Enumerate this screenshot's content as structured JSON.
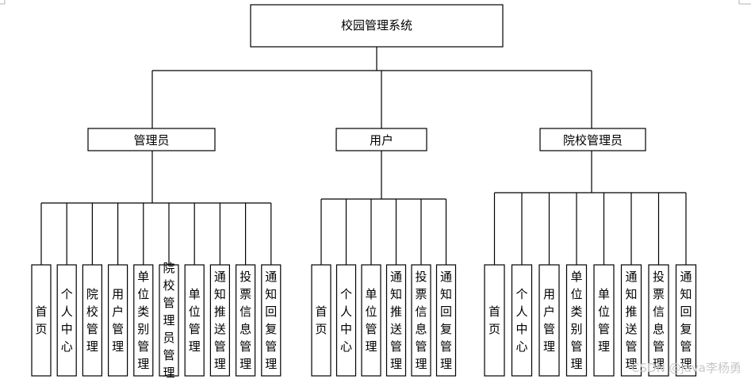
{
  "root": {
    "label": "校园管理系统"
  },
  "roles": [
    {
      "label": "管理员",
      "modules": [
        "首页",
        "个人中心",
        "院校管理",
        "用户管理",
        "单位类别管理",
        "院校管理员管理",
        "单位管理",
        "通知推送管理",
        "投票信息管理",
        "通知回复管理"
      ]
    },
    {
      "label": "用户",
      "modules": [
        "首页",
        "个人中心",
        "单位管理",
        "通知推送管理",
        "投票信息管理",
        "通知回复管理"
      ]
    },
    {
      "label": "院校管理员",
      "modules": [
        "首页",
        "个人中心",
        "用户管理",
        "单位类别管理",
        "单位管理",
        "通知推送管理",
        "投票信息管理",
        "通知回复管理"
      ]
    }
  ],
  "watermark": "CSDN @java李杨勇"
}
